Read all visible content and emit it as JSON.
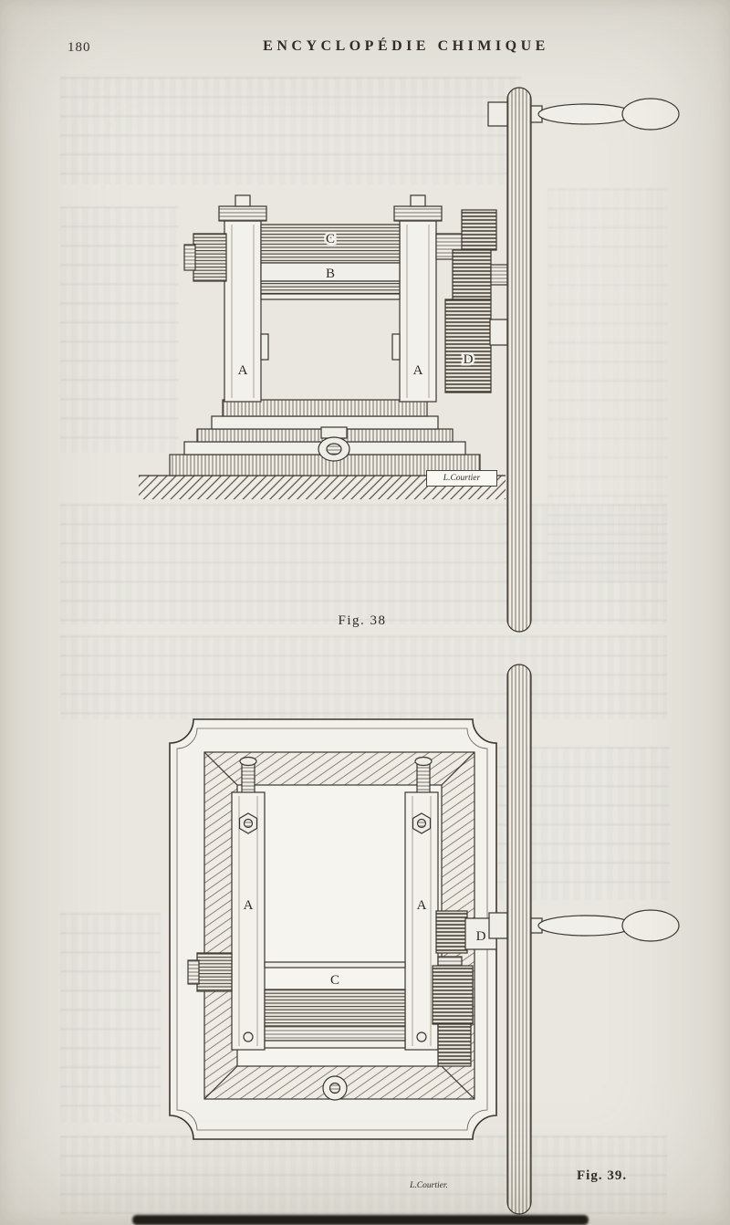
{
  "page": {
    "page_number": "180",
    "header_title": "ENCYCLOPÉDIE CHIMIQUE"
  },
  "figure38": {
    "caption": "Fig. 38",
    "signature": "L.Courtier",
    "labels": {
      "column_left": "A",
      "column_right": "A",
      "lower_roller": "B",
      "upper_roller": "C",
      "gear": "D"
    }
  },
  "figure39": {
    "caption": "Fig. 39.",
    "signature": "L.Courtier.",
    "labels": {
      "column_left": "A",
      "column_right": "A",
      "roller": "C",
      "gear": "D"
    }
  }
}
